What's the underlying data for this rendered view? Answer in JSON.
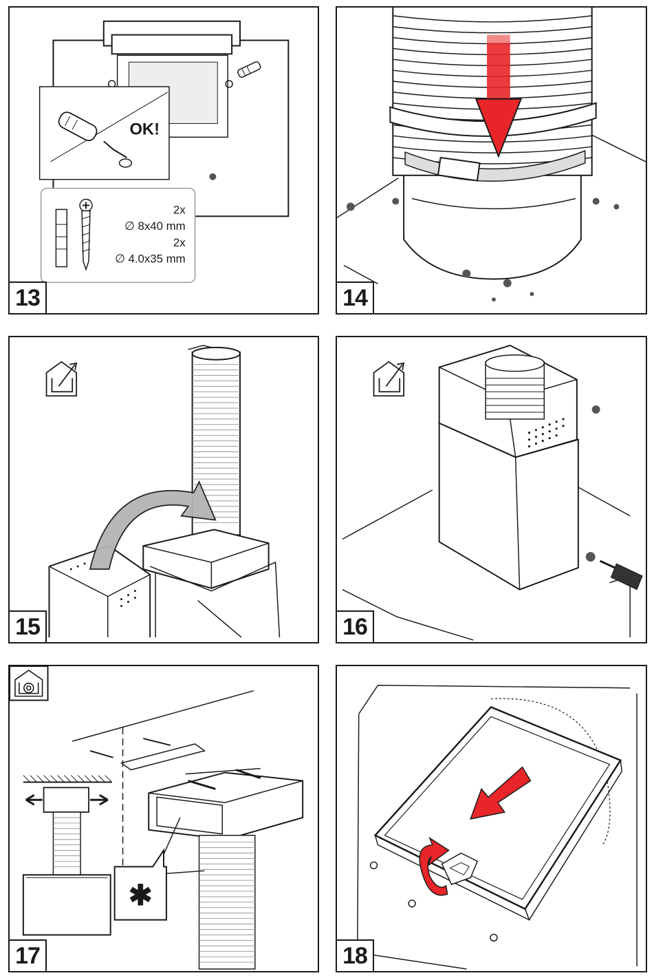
{
  "steps": [
    {
      "number": "13",
      "ok_label": "OK!",
      "qty1": "2x",
      "spec1": "∅ 8x40 mm",
      "qty2": "2x",
      "spec2": "∅ 4.0x35 mm"
    },
    {
      "number": "14"
    },
    {
      "number": "15"
    },
    {
      "number": "16"
    },
    {
      "number": "17",
      "callout": "✱"
    },
    {
      "number": "18"
    }
  ],
  "colors": {
    "arrow_red": "#e8262a",
    "line": "#1a1a1a",
    "grey": "#9a9a9a"
  },
  "icons": [
    "duct-out-house-icon",
    "recirculation-house-icon"
  ]
}
